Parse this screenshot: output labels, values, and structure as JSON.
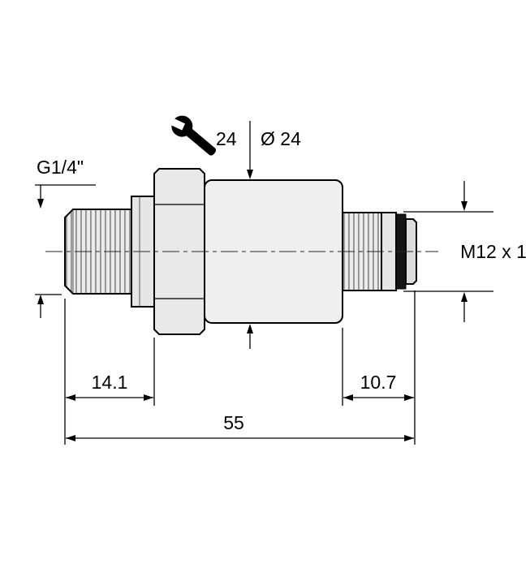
{
  "labels": {
    "port_thread": "G1/4\"",
    "wrench_size": "24",
    "body_diameter": "Ø 24",
    "connector_thread": "M12 x 1"
  },
  "dimensions": {
    "port_length": "14.1",
    "connector_length": "10.7",
    "overall_length": "55"
  },
  "icons": {
    "wrench": "wrench-icon"
  },
  "colors": {
    "outline": "#000000",
    "metal_light": "#efefef",
    "metal_mid": "#e6e6e6",
    "hex_fill": "#e9e9e9",
    "thread_stripe": "#8f8f8f",
    "groove_dark": "#151515",
    "background": "#ffffff"
  }
}
